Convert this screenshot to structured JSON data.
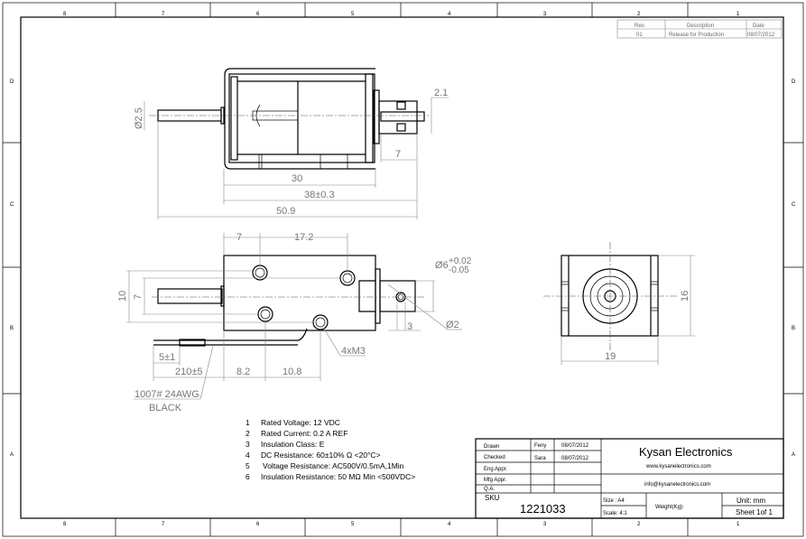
{
  "zones": {
    "columns": [
      "8",
      "7",
      "6",
      "5",
      "4",
      "3",
      "2",
      "1"
    ],
    "rows": [
      "D",
      "C",
      "B",
      "A"
    ]
  },
  "revision_table": {
    "headers": [
      "Rev.",
      "Description",
      "Date"
    ],
    "rows": [
      [
        "01",
        "Release for Production",
        "08/07/2012"
      ]
    ]
  },
  "top_view": {
    "dim_dia_shaft": "Ø2.5",
    "dim_pin": "2.1",
    "dim_7": "7",
    "dim_30": "30",
    "dim_38": "38±0.3",
    "dim_50_9": "50.9"
  },
  "side_view": {
    "dim_7": "7",
    "dim_17_2": "17.2",
    "dim_10": "10",
    "dim_7v": "7",
    "dim_dia6": "Ø6",
    "dim_dia6_tol_upper": "+0.02",
    "dim_dia6_tol_lower": "-0.05",
    "dim_3": "3",
    "dim_dia2": "Ø2",
    "holes": "4xM3",
    "dim_5": "5±1",
    "dim_210": "210±5",
    "dim_8_2": "8.2",
    "dim_10_8": "10.8",
    "wire": "1007#  24AWG",
    "wire_color": "BLACK"
  },
  "end_view": {
    "dim_16": "16",
    "dim_19": "19"
  },
  "notes": [
    {
      "n": "1",
      "text": "Rated Voltage: 12 VDC"
    },
    {
      "n": "2",
      "text": "Rated Current: 0.2 A  REF"
    },
    {
      "n": "3",
      "text": "Insulation Class: E"
    },
    {
      "n": "4",
      "text": "DC Resistance: 60±10% Ω <20°C>"
    },
    {
      "n": "5",
      "text": "Voltage Resistance: AC500V/0.5mA,1Min"
    },
    {
      "n": "6",
      "text": "Insulation Resistance: 50 MΩ Min <500VDC>"
    }
  ],
  "title_block": {
    "drawn_label": "Drawn",
    "drawn_by": "Feny",
    "drawn_date": "08/07/2012",
    "checked_label": "Checked",
    "checked_by": "Sara",
    "checked_date": "08/07/2012",
    "eng_label": "Eng Appr.",
    "mfg_label": "Mfg Appr.",
    "qa_label": "Q.A.",
    "sku_label": "SKU",
    "sku": "1221033",
    "company": "Kysan Electronics",
    "website": "www.kysanelectronics.com",
    "email": "info@kysanelectronics.com",
    "size": "Size : A4",
    "scale": "Scale: 4:1",
    "weight": "Weight(Kg):",
    "unit": "Unit: mm",
    "sheet": "Sheet 1of 1"
  }
}
